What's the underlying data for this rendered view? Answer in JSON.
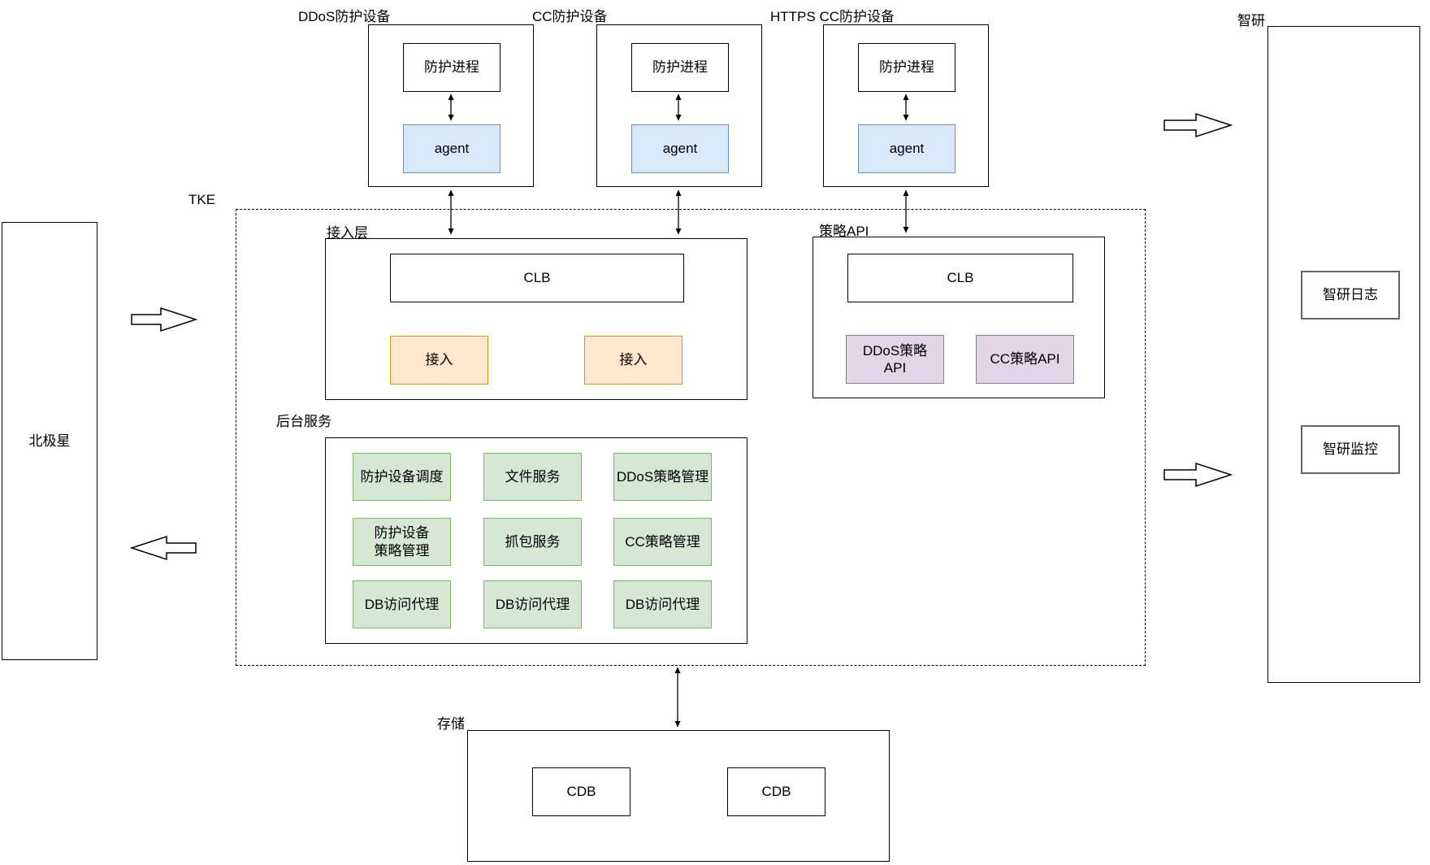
{
  "devices": [
    {
      "label": "DDoS防护设备",
      "process_label": "防护进程",
      "agent_label": "agent"
    },
    {
      "label": "CC防护设备",
      "process_label": "防护进程",
      "agent_label": "agent"
    },
    {
      "label": "HTTPS CC防护设备",
      "process_label": "防护进程",
      "agent_label": "agent"
    }
  ],
  "polaris": {
    "label": "北极星"
  },
  "tke": {
    "label": "TKE"
  },
  "access_layer": {
    "title": "接入层",
    "clb_label": "CLB",
    "nodes": [
      {
        "label": "接入"
      },
      {
        "label": "接入"
      }
    ]
  },
  "policy_api": {
    "title": "策略API",
    "clb_label": "CLB",
    "nodes": [
      {
        "label": "DDoS策略\nAPI"
      },
      {
        "label": "CC策略API"
      }
    ]
  },
  "backend": {
    "title": "后台服务",
    "services": [
      {
        "label": "防护设备调度"
      },
      {
        "label": "文件服务"
      },
      {
        "label": "DDoS策略管理"
      },
      {
        "label": "防护设备\n策略管理"
      },
      {
        "label": "抓包服务"
      },
      {
        "label": "CC策略管理"
      },
      {
        "label": "DB访问代理"
      },
      {
        "label": "DB访问代理"
      },
      {
        "label": "DB访问代理"
      }
    ]
  },
  "storage": {
    "title": "存储",
    "nodes": [
      {
        "label": "CDB"
      },
      {
        "label": "CDB"
      }
    ]
  },
  "zhiyan": {
    "title": "智研",
    "nodes": [
      {
        "label": "智研日志"
      },
      {
        "label": "智研监控"
      }
    ]
  },
  "colors": {
    "agent_fill": "#dae8fc",
    "agent_border": "#6c8ebf",
    "access_fill": "#ffe6cc",
    "access_border": "#d79b00",
    "api_fill": "#e1d5e7",
    "api_border": "#9673a6",
    "service_fill": "#d5e8d4",
    "service_border": "#82b366",
    "zhiyan_node_border": "#666666",
    "line_color": "#000000"
  }
}
